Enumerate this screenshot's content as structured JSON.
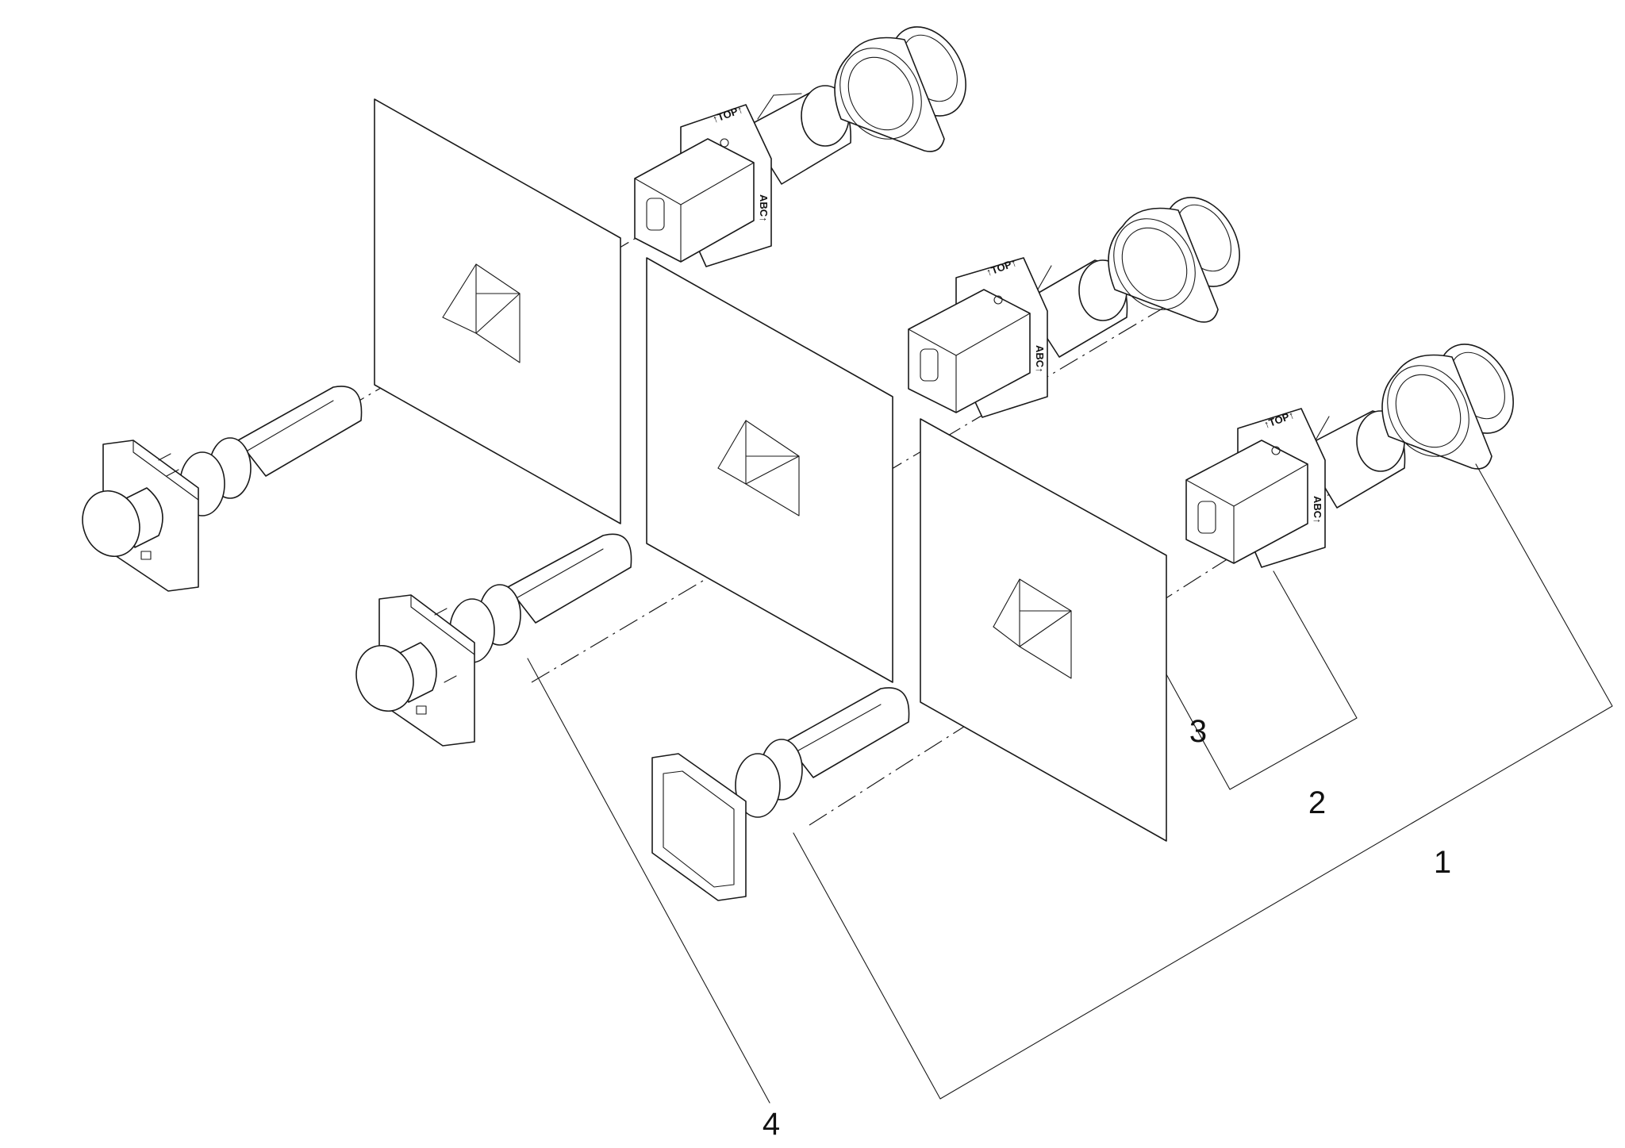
{
  "callouts": {
    "c1": "1",
    "c2": "2",
    "c3": "3",
    "c4": "4"
  },
  "label_marks": {
    "top": "↑TOP↑",
    "side": "ABC↑"
  },
  "icons": [
    "mounting-flange",
    "wall-plate",
    "valve-body",
    "handle-knob",
    "square-handle",
    "union-nut"
  ],
  "colors": {
    "line": "#1a1a1a",
    "background": "#ffffff"
  }
}
